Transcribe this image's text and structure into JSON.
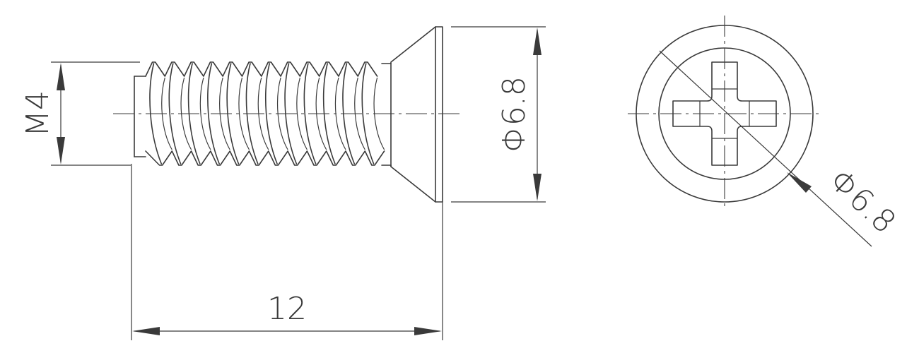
{
  "drawing": {
    "thread_label": "M4",
    "length_label": "12",
    "head_diameter_label": "Φ6.8",
    "top_view_diameter_label": "Φ6.8"
  },
  "colors": {
    "line": "#3a3a3a",
    "background": "#ffffff"
  }
}
